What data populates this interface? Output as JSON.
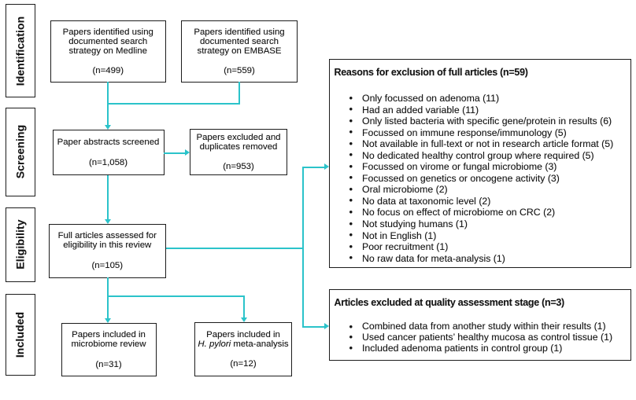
{
  "colors": {
    "arrow": "#2bc3ca",
    "border": "#1c1c1c",
    "text": "#161616",
    "background": "#ffffff"
  },
  "stages": [
    {
      "label": "Identification"
    },
    {
      "label": "Screening"
    },
    {
      "label": "Eligibility"
    },
    {
      "label": "Included"
    }
  ],
  "flow_boxes": {
    "medline": {
      "lines": [
        "Papers identified using",
        "documented search",
        "strategy on Medline"
      ],
      "count": "(n=499)"
    },
    "embase": {
      "lines": [
        "Papers identified using",
        "documented search",
        "strategy on EMBASE"
      ],
      "count": "(n=559)"
    },
    "screened": {
      "lines": [
        "Paper abstracts screened"
      ],
      "count": "(n=1,058)"
    },
    "excluded": {
      "lines": [
        "Papers excluded and",
        "duplicates removed"
      ],
      "count": "(n=953)"
    },
    "eligibility": {
      "lines": [
        "Full articles assessed for",
        "eligibility in this review"
      ],
      "count": "(n=105)"
    },
    "microbiome": {
      "lines": [
        "Papers included in",
        "microbiome review"
      ],
      "count": "(n=31)"
    },
    "hpylori": {
      "line1": "Papers included in",
      "line2_italic": "H. pylori",
      "line2_rest": " meta-analysis",
      "count": "(n=12)"
    }
  },
  "reasons_panel": {
    "title": "Reasons for exclusion of full articles (n=59)",
    "items": [
      "Only focussed on adenoma (11)",
      "Had an added variable (11)",
      "Only listed bacteria with specific gene/protein in results (6)",
      "Focussed on immune response/immunology (5)",
      "Not available in full-text or not in research article format (5)",
      "No dedicated healthy control group where required (5)",
      "Focussed on virome or fungal microbiome (3)",
      "Focussed on genetics or oncogene activity (3)",
      "Oral microbiome (2)",
      "No data at taxonomic level (2)",
      "No focus on effect of microbiome on CRC (2)",
      "Not studying humans (1)",
      "Not in English (1)",
      "Poor recruitment (1)",
      "No raw data for meta-analysis (1)"
    ]
  },
  "quality_panel": {
    "title": "Articles excluded at quality assessment stage (n=3)",
    "items": [
      "Combined data from another study within their results (1)",
      "Used cancer patients’ healthy mucosa as control tissue (1)",
      "Included adenoma patients in control group (1)"
    ]
  }
}
